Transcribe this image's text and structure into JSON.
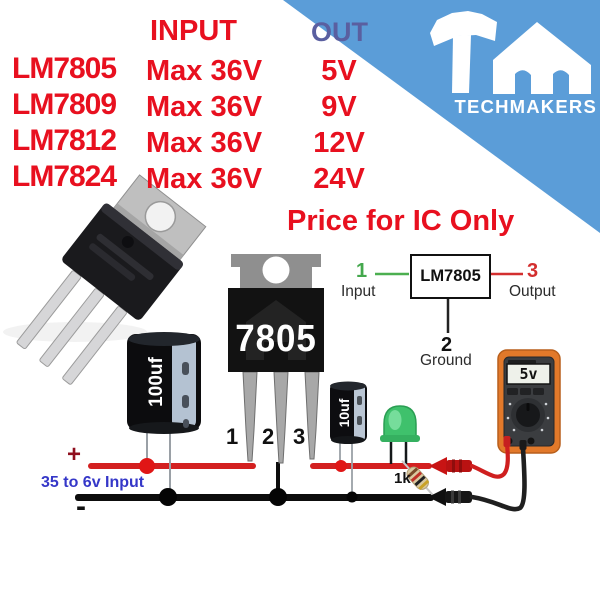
{
  "brand": {
    "name": "TECHMAKERS"
  },
  "table": {
    "input_header": "INPUT",
    "out_header": "OUT",
    "rows": [
      {
        "model": "LM7805",
        "input": "Max 36V",
        "out": "5V"
      },
      {
        "model": "LM7809",
        "input": "Max 36V",
        "out": "9V"
      },
      {
        "model": "LM7812",
        "input": "Max 36V",
        "out": "12V"
      },
      {
        "model": "LM7824",
        "input": "Max 36V",
        "out": "24V"
      }
    ]
  },
  "price_note": "Price for IC Only",
  "pin_diagram": {
    "chip": "LM7805",
    "pin1": "1",
    "pin1_label": "Input",
    "pin2": "2",
    "pin2_label": "Ground",
    "pin3": "3",
    "pin3_label": "Output"
  },
  "circuit": {
    "chip_marking": "7805",
    "input_cap": "100uf",
    "output_cap": "10uf",
    "resistor": "1k",
    "leg1": "1",
    "leg2": "2",
    "leg3": "3",
    "plus": "+",
    "minus": "-",
    "input_label": "35 to 6v Input",
    "meter_display": "5v"
  },
  "colors": {
    "accent_blue": "#5b9dd8",
    "text_red": "#e8101f",
    "out_header_blue": "#5a5fa0",
    "input_label_blue": "#3537c8",
    "wire_red": "#d32020",
    "led_green": "#3fc16c",
    "meter_orange": "#e2792a"
  }
}
